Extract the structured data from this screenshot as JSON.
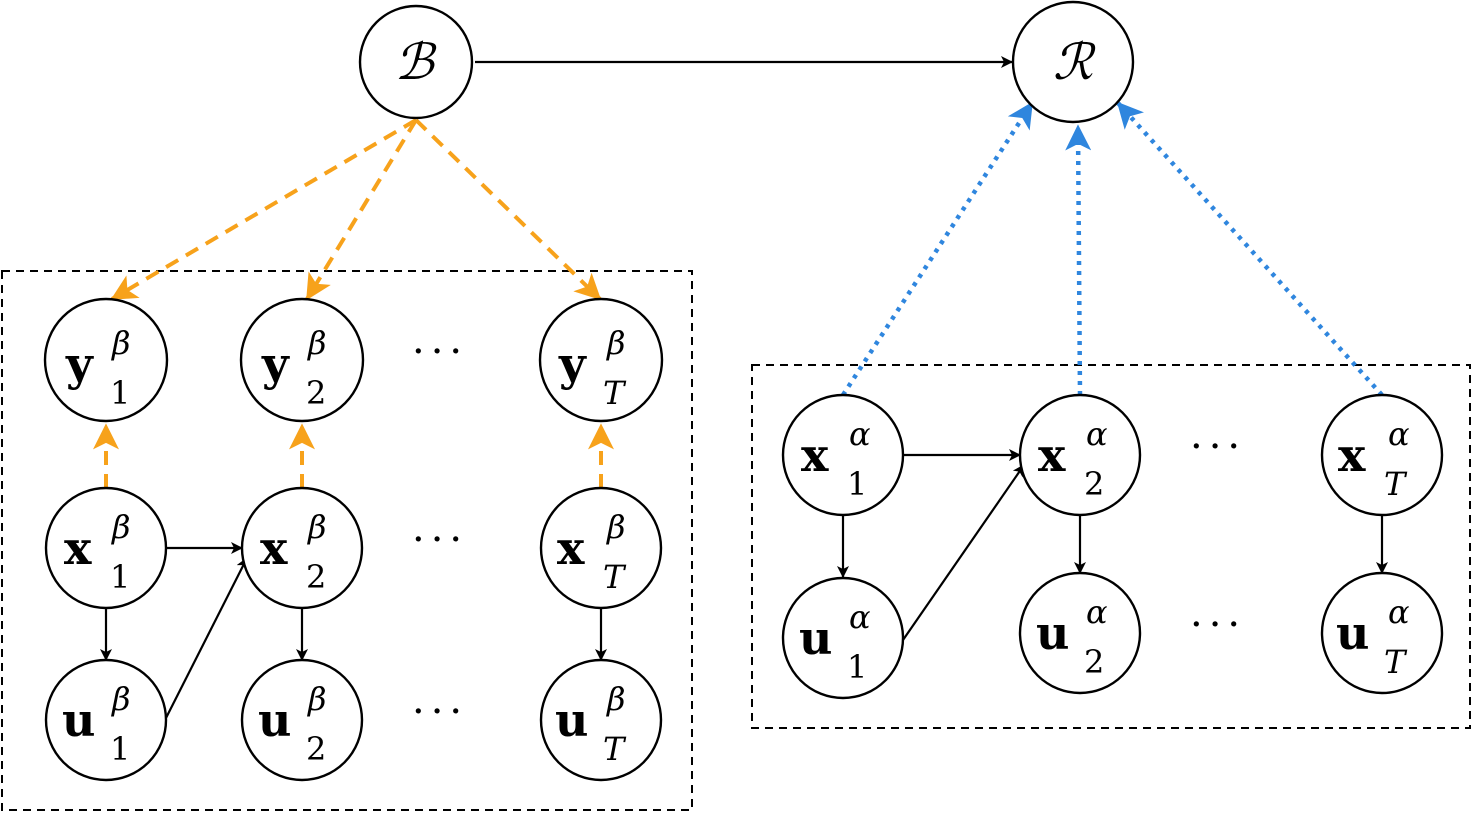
{
  "colors": {
    "orange_edge": "#f7a21b",
    "blue_edge": "#2f86de",
    "node_stroke": "#000000"
  },
  "nodes": {
    "B": {
      "letter": "ℬ"
    },
    "R": {
      "letter": "ℛ"
    },
    "y1b": {
      "letter": "y",
      "sup": "β",
      "sub": "1"
    },
    "y2b": {
      "letter": "y",
      "sup": "β",
      "sub": "2"
    },
    "yTb": {
      "letter": "y",
      "sup": "β",
      "sub": "T"
    },
    "x1b": {
      "letter": "x",
      "sup": "β",
      "sub": "1"
    },
    "x2b": {
      "letter": "x",
      "sup": "β",
      "sub": "2"
    },
    "xTb": {
      "letter": "x",
      "sup": "β",
      "sub": "T"
    },
    "u1b": {
      "letter": "u",
      "sup": "β",
      "sub": "1"
    },
    "u2b": {
      "letter": "u",
      "sup": "β",
      "sub": "2"
    },
    "uTb": {
      "letter": "u",
      "sup": "β",
      "sub": "T"
    },
    "x1a": {
      "letter": "x",
      "sup": "α",
      "sub": "1"
    },
    "x2a": {
      "letter": "x",
      "sup": "α",
      "sub": "2"
    },
    "xTa": {
      "letter": "x",
      "sup": "α",
      "sub": "T"
    },
    "u1a": {
      "letter": "u",
      "sup": "α",
      "sub": "1"
    },
    "u2a": {
      "letter": "u",
      "sup": "α",
      "sub": "2"
    },
    "uTa": {
      "letter": "u",
      "sup": "α",
      "sub": "T"
    }
  },
  "ellipsis": "···"
}
